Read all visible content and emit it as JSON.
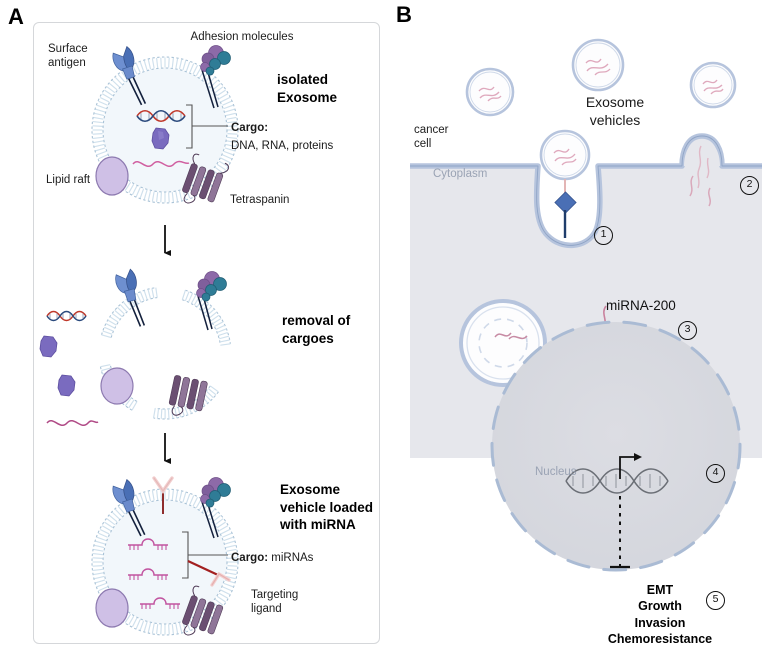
{
  "figure": {
    "panels": [
      {
        "id": "A",
        "letter": "A"
      },
      {
        "id": "B",
        "letter": "B"
      }
    ]
  },
  "panel_a": {
    "stage1": {
      "title": "isolated\nExosome",
      "labels": {
        "adhesion": "Adhesion molecules",
        "surface_antigen": "Surface\nantigen",
        "lipid_raft": "Lipid raft",
        "tetraspanin": "Tetraspanin",
        "cargo_title": "Cargo:",
        "cargo_items": "DNA, RNA, proteins"
      }
    },
    "stage2": {
      "title": "removal of\ncargoes"
    },
    "stage3": {
      "title": "Exosome\nvehicle loaded\nwith miRNA",
      "labels": {
        "cargo_title": "Cargo:",
        "cargo_items": " miRNAs",
        "targeting_ligand": "Targeting\nligand"
      }
    }
  },
  "panel_b": {
    "labels": {
      "cancer_cell": "cancer\ncell",
      "cytoplasm": "Cytoplasm",
      "exosome_vehicles": "Exosome\nvehicles",
      "mirna": "miRNA-200",
      "nucleus": "Nucleus"
    },
    "steps": [
      {
        "n": "1"
      },
      {
        "n": "2"
      },
      {
        "n": "3"
      },
      {
        "n": "4"
      },
      {
        "n": "5"
      }
    ],
    "outcomes": [
      "EMT",
      "Growth",
      "Invasion",
      "Chemoresistance"
    ]
  },
  "colors": {
    "membrane_blue": "#b6c4dd",
    "cell_fill": "#e6e7ec",
    "exosome_fill": "#f2f7fb",
    "antigen_blue": "#5a7fc4",
    "adhesion_purple": "#8d6aa8",
    "adhesion_teal": "#2f7c96",
    "lipid_raft": "#cfc0e6",
    "tetraspanin": "#6b4f72",
    "mirna_pink": "#d05fa0",
    "ligand_red": "#a83232",
    "protein_purple": "#7a6bbf",
    "dna_red": "#c0392b",
    "receptor_blue": "#4a6fb5"
  }
}
